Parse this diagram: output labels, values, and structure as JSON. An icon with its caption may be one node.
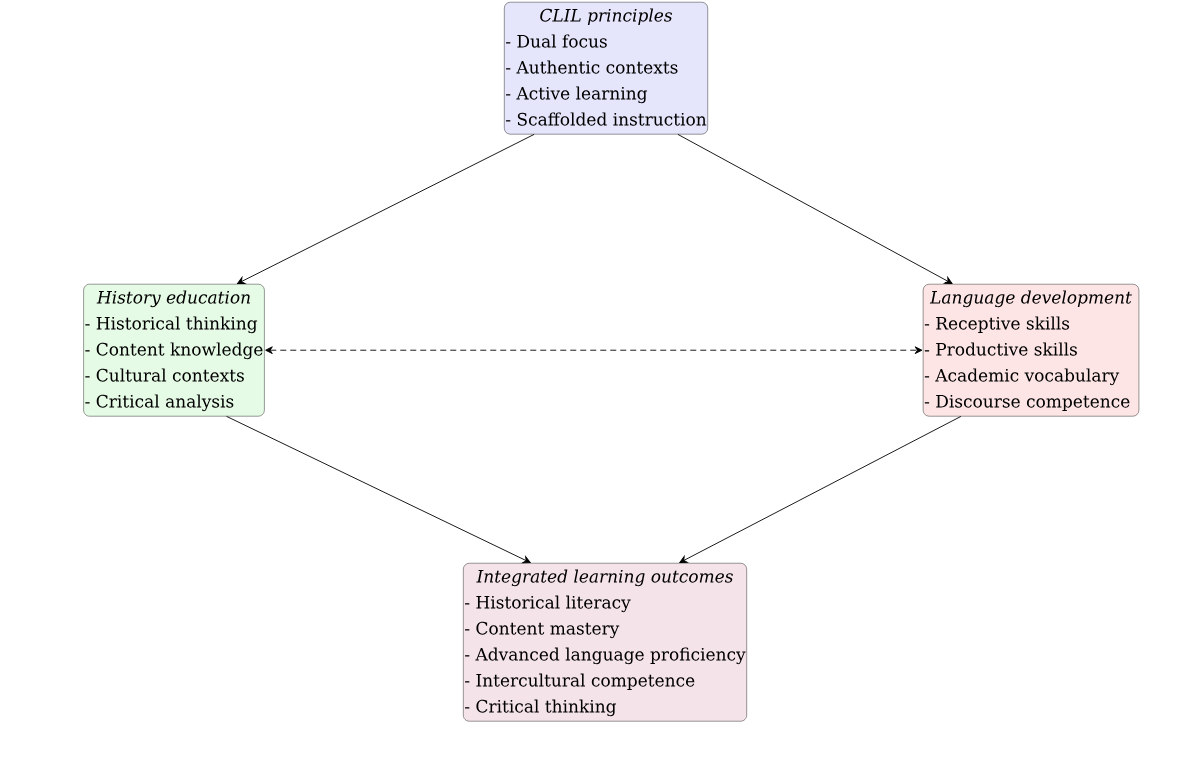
{
  "diagram": {
    "nodes": [
      {
        "text": [
          "CLIL principles",
          "- Dual focus",
          "- Authentic contexts",
          "- Active learning",
          "- Scaffolded instruction"
        ]
      },
      {
        "text": [
          "History education",
          "- Historical thinking",
          "- Content knowledge",
          "- Cultural contexts",
          "- Critical analysis"
        ]
      },
      {
        "text": [
          "Language development",
          "- Receptive skills",
          "- Productive skills",
          "- Academic vocabulary",
          "- Discourse competence"
        ]
      },
      {
        "text": [
          "Integrated learning outcomes",
          "- Historical literacy",
          "- Content mastery",
          "- Advanced language proficiency",
          "- Intercultural competence",
          "- Critical thinking"
        ]
      }
    ],
    "edges": [
      {
        "from": 0,
        "to": 1,
        "arrow": "to"
      },
      {
        "from": 0,
        "to": 2,
        "arrow": "to"
      },
      {
        "from": 1,
        "to": 2,
        "arrow": "both",
        "style": "dashed"
      },
      {
        "from": 1,
        "to": 3,
        "arrow": "to"
      },
      {
        "from": 2,
        "to": 3,
        "arrow": "to"
      }
    ]
  }
}
